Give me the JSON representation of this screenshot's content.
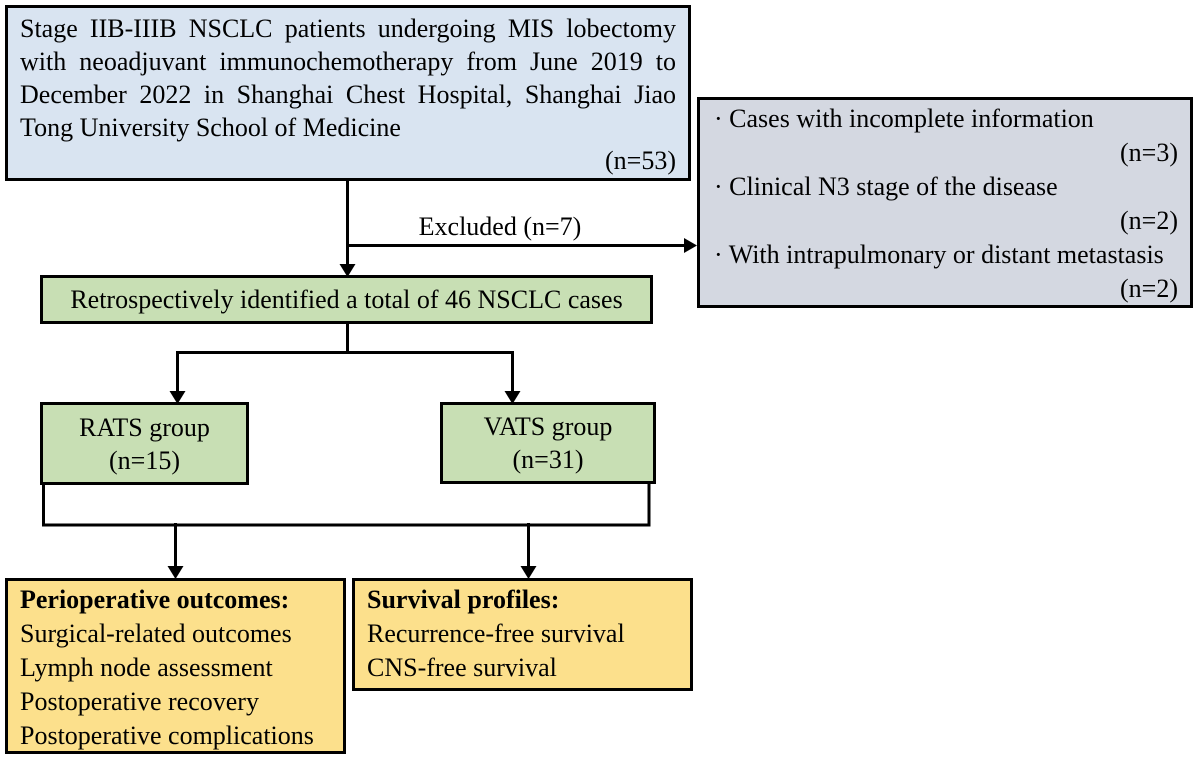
{
  "flow": {
    "population": {
      "lines": [
        "Stage IIB-IIIB NSCLC patients undergoing MIS lobectomy",
        "with neoadjuvant immunochemotherapy from June 2019 to",
        "December 2022 in Shanghai Chest Hospital, Shanghai Jiao",
        "Tong University School of Medicine"
      ],
      "count": "(n=53)"
    },
    "excluded_label": "Excluded (n=7)",
    "exclusions": {
      "items": [
        {
          "text": "· Cases with incomplete information",
          "count": "(n=3)"
        },
        {
          "text": "· Clinical N3 stage of the disease",
          "count": "(n=2)"
        },
        {
          "text": "· With intrapulmonary or distant metastasis",
          "count": "(n=2)"
        }
      ]
    },
    "identified": {
      "text": "Retrospectively identified a total of 46 NSCLC cases"
    },
    "groups": [
      {
        "title": "RATS group",
        "count": "(n=15)"
      },
      {
        "title": "VATS group",
        "count": "(n=31)"
      }
    ],
    "outcomes": [
      {
        "title": "Perioperative outcomes:",
        "items": [
          "Surgical-related outcomes",
          "Lymph node assessment",
          "Postoperative recovery",
          "Postoperative complications"
        ]
      },
      {
        "title": "Survival profiles:",
        "items": [
          "Recurrence-free survival",
          "CNS-free survival"
        ]
      }
    ],
    "colors": {
      "population_fill": "#d9e4f1",
      "exclusion_fill": "#d4d8e1",
      "green_fill": "#c8dfb4",
      "yellow_fill": "#fce08c",
      "line": "#000000"
    }
  }
}
